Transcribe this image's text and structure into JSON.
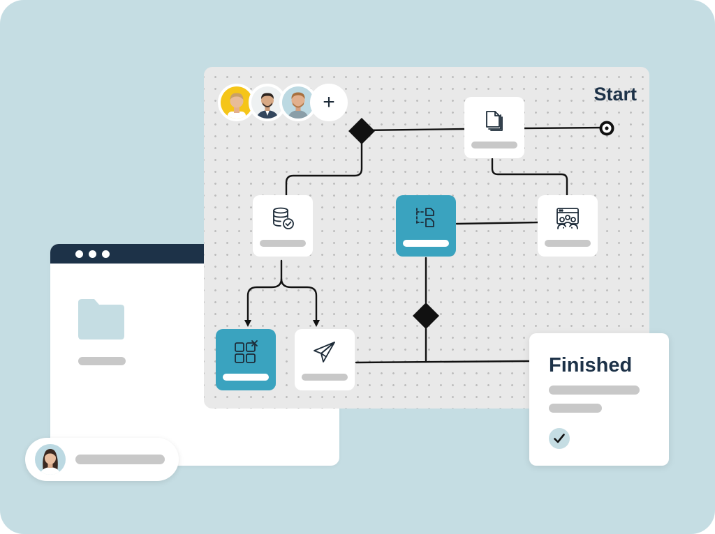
{
  "canvas": {
    "title": "Start",
    "avatars": [
      "avatar-man-blonde",
      "avatar-man-suit",
      "avatar-man-beard"
    ],
    "add_icon": "plus-icon"
  },
  "nodes": [
    {
      "id": "document",
      "icon": "document-stack-icon",
      "style": "white"
    },
    {
      "id": "database",
      "icon": "database-check-icon",
      "style": "white"
    },
    {
      "id": "file-tree",
      "icon": "file-tree-icon",
      "style": "teal"
    },
    {
      "id": "team-window",
      "icon": "team-window-icon",
      "style": "white"
    },
    {
      "id": "grid-apps",
      "icon": "grid-apps-icon",
      "style": "teal"
    },
    {
      "id": "send",
      "icon": "paper-plane-icon",
      "style": "white"
    }
  ],
  "finished": {
    "title": "Finished",
    "check_icon": "checkmark-icon"
  },
  "window": {
    "folder_icon": "folder-icon"
  },
  "colors": {
    "background": "#c5dde3",
    "navy": "#1d3248",
    "teal": "#3aa3bf",
    "canvas": "#e9e9e9",
    "placeholder": "#c8c8c8"
  }
}
